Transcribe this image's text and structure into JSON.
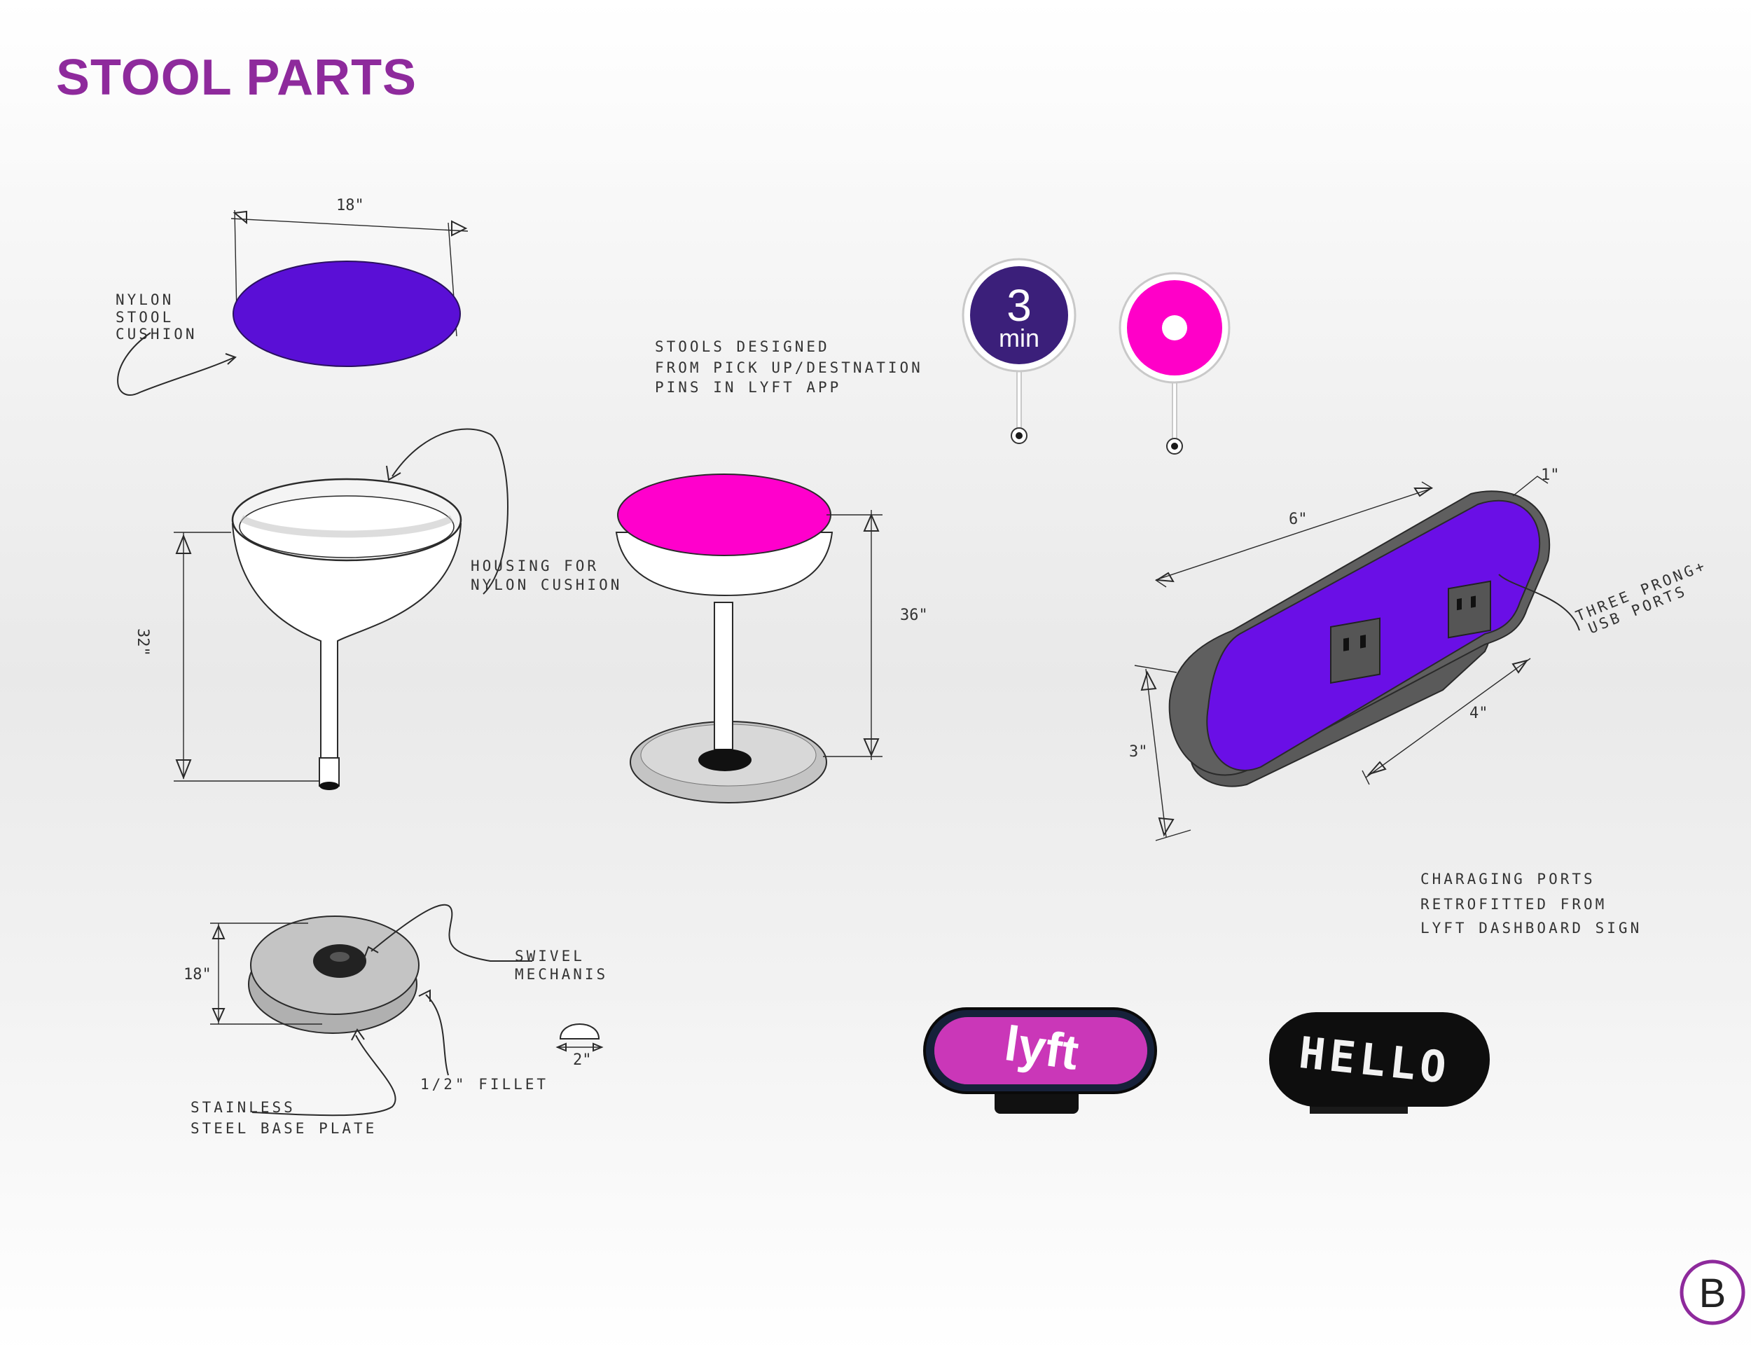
{
  "page": {
    "title": "STOOL PARTS",
    "page_badge": "B"
  },
  "notes": {
    "cushion_label": [
      "NYLON",
      "STOOL",
      "CUSHION"
    ],
    "housing_label": [
      "HOUSING FOR",
      "NYLON CUSHION"
    ],
    "stools_note": [
      "STOOLS   DESIGNED",
      "FROM     PICK UP/DESTNATION",
      "PINS     IN LYFT  APP"
    ],
    "swivel_label": [
      "SWIVEL",
      "MECHANIS"
    ],
    "base_plate_label": [
      "STAINLESS",
      "STEEL  BASE  PLATE"
    ],
    "fillet_label": "1/2\" FILLET",
    "ports_label": [
      "THREE PRONG+",
      "USB PORTS"
    ],
    "charging_note": [
      "CHARAGING   PORTS",
      "RETROFITTED   FROM",
      "LYFT  DASHBOARD  SIGN"
    ]
  },
  "dimensions": {
    "cushion_width": "18\"",
    "stool_height_left": "32\"",
    "stool_height_right": "36\"",
    "base_diameter": "18\"",
    "fillet_width": "2\"",
    "port_length": "6\"",
    "port_depth_top": "1\"",
    "port_height": "3\"",
    "port_base_length": "4\""
  },
  "pins": {
    "time_value": "3",
    "time_unit": "min"
  },
  "signs": {
    "brand_text": "lyft",
    "display_text": "HELLO"
  },
  "colors": {
    "title": "#8e2a9c",
    "cushion_purple": "#5a0fd6",
    "seat_magenta": "#ff00cc",
    "pin_navy": "#3b1f7a",
    "pin_magenta": "#ff00c8",
    "port_purple": "#6a0fe6",
    "port_shell": "#555555",
    "base_gray": "#c4c4c4"
  }
}
